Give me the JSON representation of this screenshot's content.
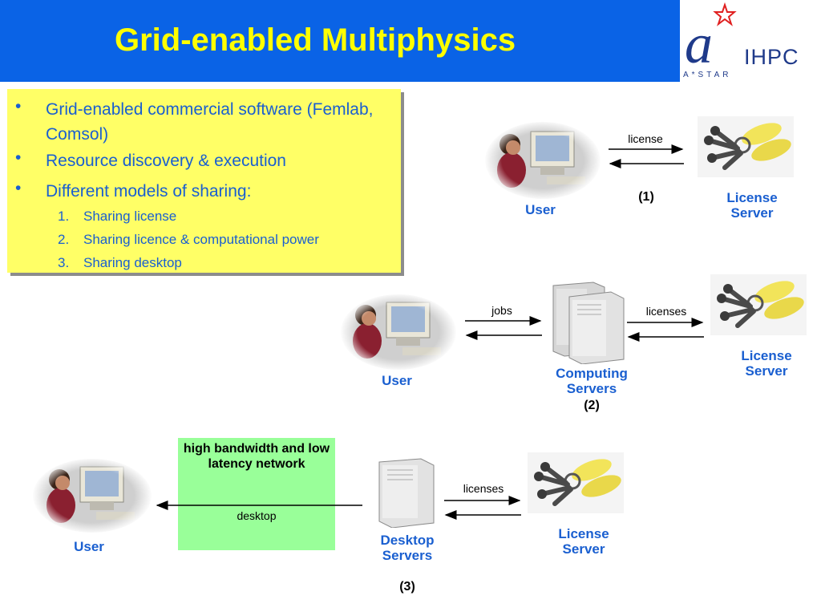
{
  "slide": {
    "title": "Grid-enabled Multiphysics",
    "logo": {
      "text": "IHPC",
      "subtext": "A*STAR"
    }
  },
  "bullets": [
    {
      "marker": "•",
      "text": "Grid-enabled commercial software (Femlab, Comsol)"
    },
    {
      "marker": "•",
      "text": "Resource discovery & execution"
    },
    {
      "marker": "•",
      "text": "Different models of sharing:"
    }
  ],
  "sub_bullets": [
    {
      "marker": "1.",
      "text": "Sharing license"
    },
    {
      "marker": "2.",
      "text": "Sharing licence & computational power"
    },
    {
      "marker": "3.",
      "text": "Sharing desktop"
    }
  ],
  "scenario1": {
    "user": "User",
    "arrow": "license",
    "number": "(1)",
    "server": "License Server"
  },
  "scenario2": {
    "user": "User",
    "arrow_left": "jobs",
    "compute": "Computing Servers",
    "number": "(2)",
    "arrow_right": "licenses",
    "server": "License Server"
  },
  "scenario3": {
    "user": "User",
    "network": "high bandwidth and low latency network",
    "arrow_left": "desktop",
    "desktop": "Desktop Servers",
    "arrow_right": "licenses",
    "server": "License Server",
    "number": "(3)"
  },
  "colors": {
    "header": "#0a63e6",
    "title": "#ffff00",
    "panel": "#ffff66",
    "text_blue": "#1a5fd0",
    "network": "#99ff99"
  }
}
